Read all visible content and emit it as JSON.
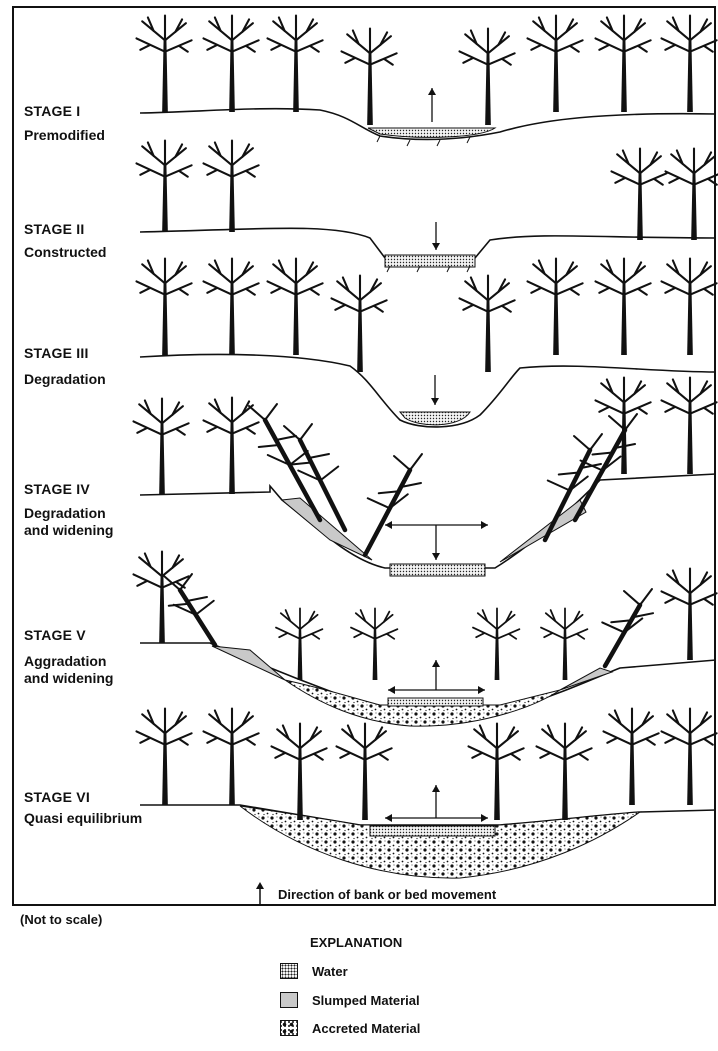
{
  "stages": [
    {
      "title": "STAGE I",
      "subtitle": "Premodified"
    },
    {
      "title": "STAGE II",
      "subtitle": "Constructed"
    },
    {
      "title": "STAGE III",
      "subtitle": "Degradation"
    },
    {
      "title": "STAGE IV",
      "subtitle": "Degradation\nand widening"
    },
    {
      "title": "STAGE V",
      "subtitle": "Aggradation\nand widening"
    },
    {
      "title": "STAGE VI",
      "subtitle": "Quasi equilibrium"
    }
  ],
  "arrow_note": "Direction of bank or bed movement",
  "scale_note": "(Not to scale)",
  "legend": {
    "title": "EXPLANATION",
    "items": [
      {
        "label": "Water",
        "icon": "water-dot-pattern"
      },
      {
        "label": "Slumped Material",
        "icon": "slumped-gray-fill"
      },
      {
        "label": "Accreted Material",
        "icon": "accreted-pebble-pattern"
      }
    ]
  }
}
